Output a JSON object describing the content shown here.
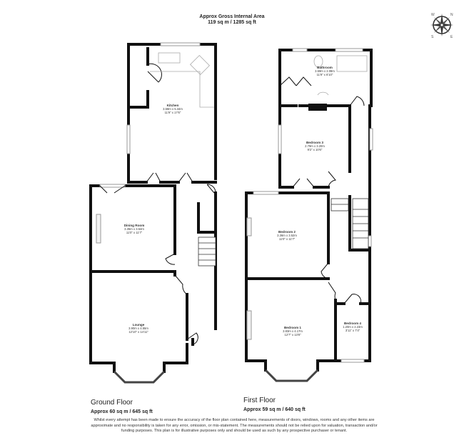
{
  "header": {
    "title_line1": "Approx Gross Internal Area",
    "title_line2": "119 sq m / 1285 sq ft"
  },
  "compass": {
    "icon": "compass-rose-icon",
    "labels": [
      "N",
      "E",
      "S",
      "W"
    ]
  },
  "ground_floor": {
    "name": "Ground Floor",
    "area": "Approx 60 sq m / 645 sq ft",
    "rooms": [
      {
        "name": "Kitchen",
        "metric": "3.58m x 5.34m",
        "imperial": "11'9\" x 17'6\""
      },
      {
        "name": "Dining Room",
        "metric": "3.35m x 3.54m",
        "imperial": "11'0\" x 11'7\""
      },
      {
        "name": "Lounge",
        "metric": "3.90m x 4.55m",
        "imperial": "12'10\" x 14'11\""
      }
    ]
  },
  "first_floor": {
    "name": "First Floor",
    "area": "Approx 59 sq m / 640 sq ft",
    "rooms": [
      {
        "name": "Bathroom",
        "metric": "3.59m x 2.08m",
        "imperial": "11'9\" x 6'10\""
      },
      {
        "name": "Bedroom 3",
        "metric": "2.79m x 3.20m",
        "imperial": "9'2\" x 10'6\""
      },
      {
        "name": "Bedroom 2",
        "metric": "3.36m x 3.52m",
        "imperial": "11'0\" x 11'7\""
      },
      {
        "name": "Bedroom 1",
        "metric": "3.83m x 4.17m",
        "imperial": "12'7\" x 13'8\""
      },
      {
        "name": "Bedroom 4",
        "metric": "1.20m x 2.23m",
        "imperial": "3'11\" x 7'4\""
      }
    ]
  },
  "disclaimer": "Whilst every attempt has been made to ensure the accuracy of the floor plan contained here, measurements of doors, windows, rooms and any other items are approximate and no responsibility is taken for any error, omission, or mis-statement. The measurements should not be relied upon for valuation, transaction and/or funding purposes. This plan is for illustrative purposes only and should be used as such by any prospective purchaser or tenant.",
  "colors": {
    "wall": "#111111",
    "window": "#ffffff",
    "fixture": "#bbbbbb"
  }
}
